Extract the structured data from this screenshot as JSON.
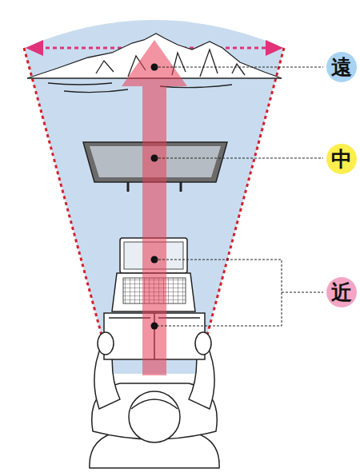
{
  "diagram": {
    "nodes": [
      {
        "text": [
          "遠"
        ]
      },
      {
        "text": [
          "中"
        ]
      },
      {
        "text": [
          "近"
        ]
      }
    ]
  }
}
